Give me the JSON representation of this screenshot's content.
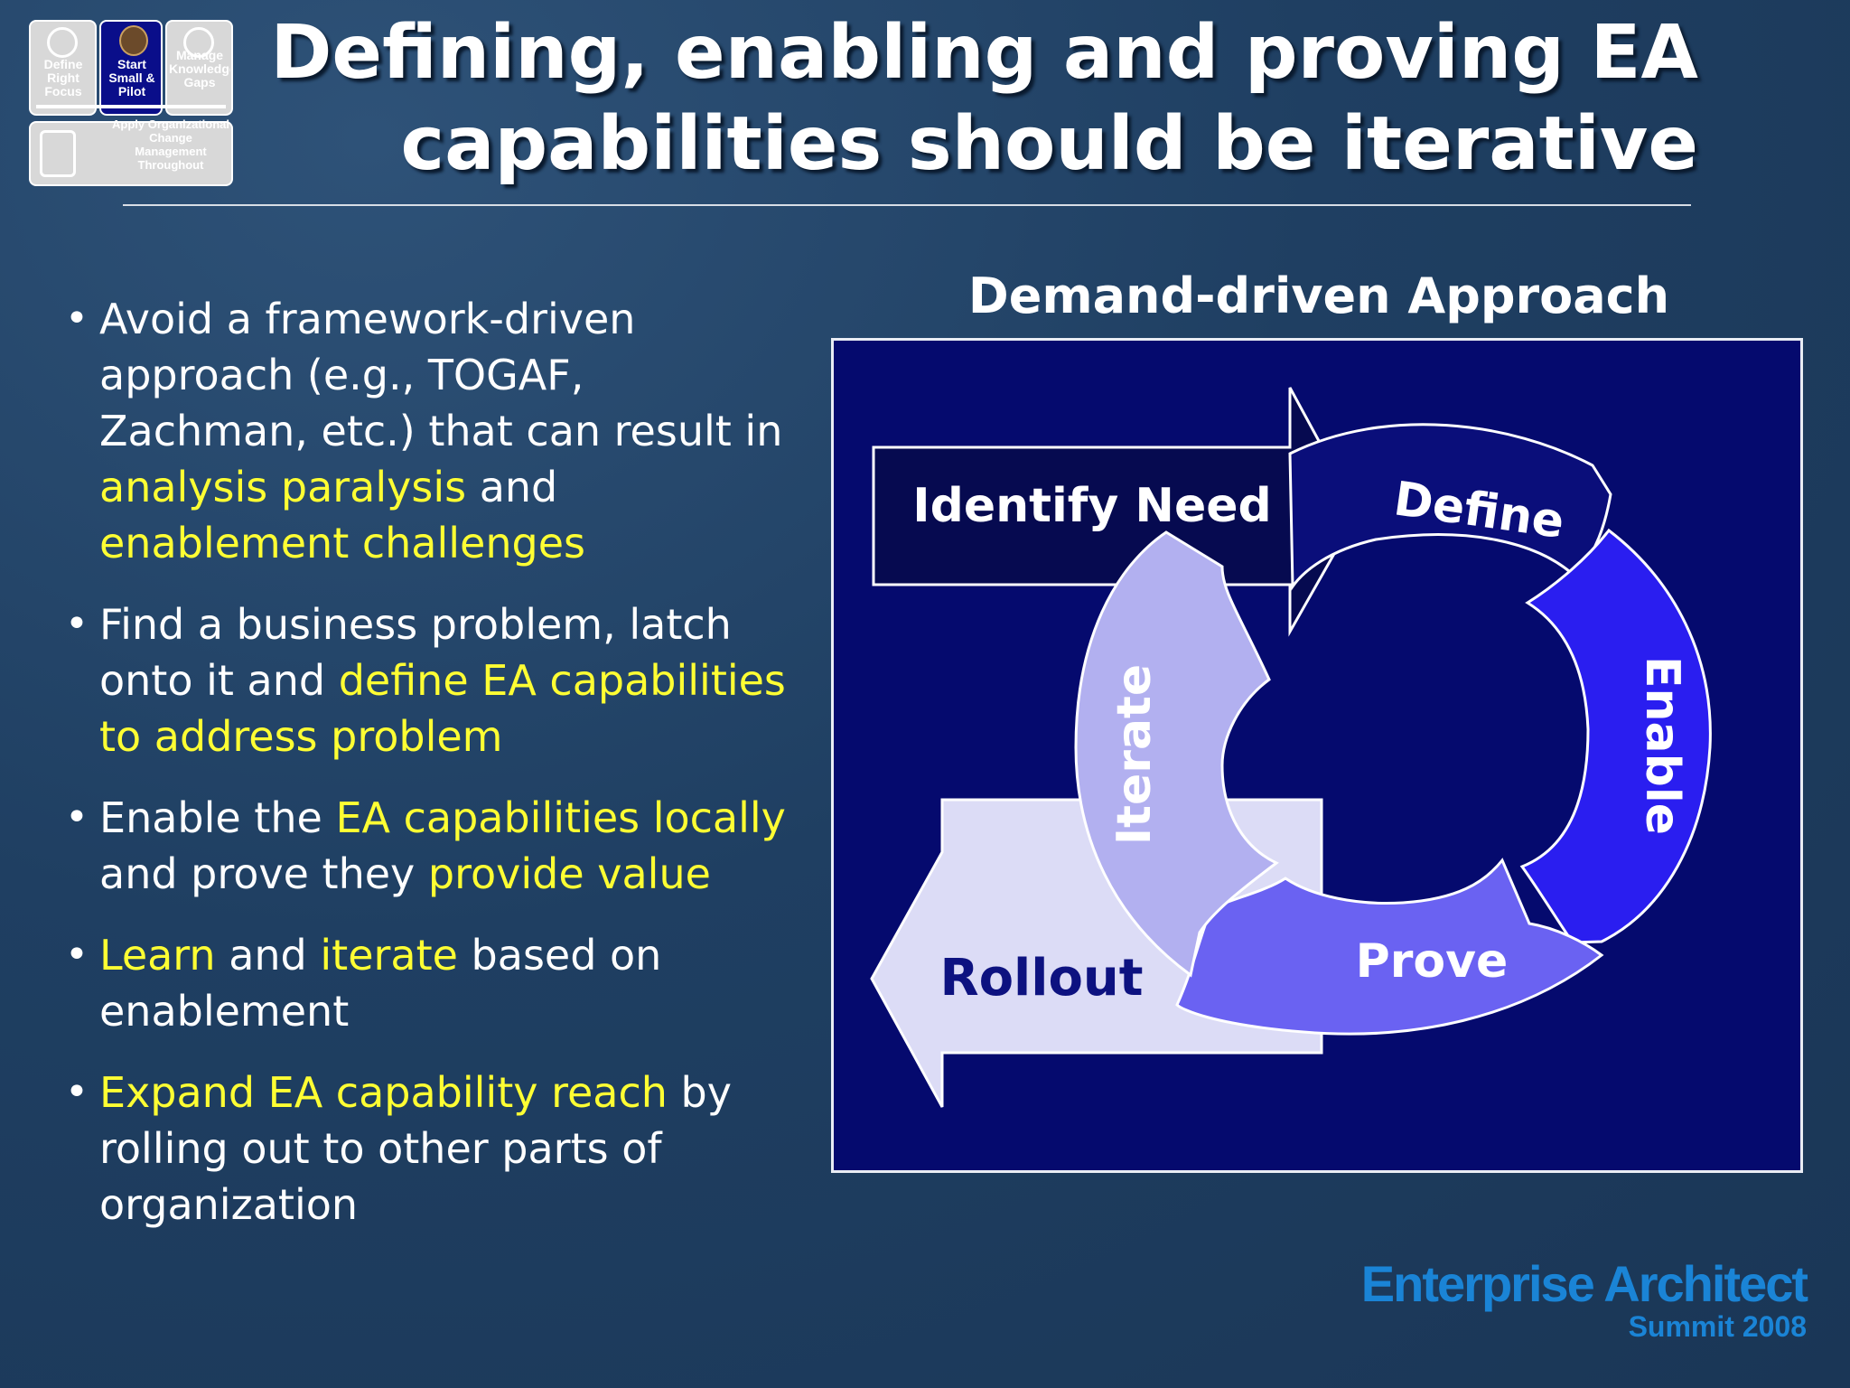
{
  "nav": {
    "define_right_focus": "Define Right Focus",
    "start_small_pilot": "Start Small & Pilot",
    "manage_knowledge": "Manage Knowledge Gaps",
    "org_change": "Apply Organizational Change Management Throughout"
  },
  "header": {
    "title_line1": "Defining, enabling and proving EA",
    "title_line2": "capabilities should be iterative"
  },
  "bullets": [
    {
      "parts": [
        {
          "text": "Avoid a framework-driven approach (e.g., TOGAF, Zachman, etc.) that can result in ",
          "highlight": false
        },
        {
          "text": "analysis paralysis",
          "highlight": true
        },
        {
          "text": " and ",
          "highlight": false
        },
        {
          "text": "enablement challenges",
          "highlight": true
        }
      ]
    },
    {
      "parts": [
        {
          "text": "Find a business problem, latch onto it and ",
          "highlight": false
        },
        {
          "text": "define EA capabilities to address problem",
          "highlight": true
        }
      ]
    },
    {
      "parts": [
        {
          "text": "Enable the ",
          "highlight": false
        },
        {
          "text": "EA capabilities locally",
          "highlight": true
        },
        {
          "text": " and prove they ",
          "highlight": false
        },
        {
          "text": "provide value",
          "highlight": true
        }
      ]
    },
    {
      "parts": [
        {
          "text": "Learn",
          "highlight": true
        },
        {
          "text": " and ",
          "highlight": false
        },
        {
          "text": "iterate",
          "highlight": true
        },
        {
          "text": " based on enablement",
          "highlight": false
        }
      ]
    },
    {
      "parts": [
        {
          "text": "Expand EA capability reach",
          "highlight": true
        },
        {
          "text": " by rolling out to other parts of organization",
          "highlight": false
        }
      ]
    }
  ],
  "diagram": {
    "heading": "Demand-driven Approach",
    "identify_need": "Identify Need",
    "define": "Define",
    "enable": "Enable",
    "prove": "Prove",
    "iterate": "Iterate",
    "rollout": "Rollout"
  },
  "colors": {
    "highlight": "#ffff33",
    "diagram_bg": "#050a6e",
    "identify_need_fill": "#060a50",
    "define_fill": "#0a0e7a",
    "enable_fill": "#2a1ef0",
    "prove_fill": "#6a62f2",
    "iterate_fill": "#b2b0f0",
    "rollout_fill": "#dcdcf6"
  },
  "logo": {
    "line1": "Enterprise Architect",
    "line2": "Summit 2008"
  }
}
